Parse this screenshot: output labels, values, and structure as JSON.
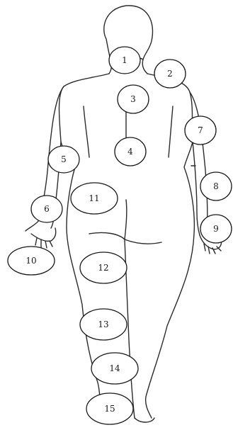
{
  "markers": [
    {
      "id": "1",
      "label": "1"
    },
    {
      "id": "2",
      "label": "2"
    },
    {
      "id": "3",
      "label": "3"
    },
    {
      "id": "4",
      "label": "4"
    },
    {
      "id": "5",
      "label": "5"
    },
    {
      "id": "6",
      "label": "6"
    },
    {
      "id": "7",
      "label": "7"
    },
    {
      "id": "8",
      "label": "8"
    },
    {
      "id": "9",
      "label": "9"
    },
    {
      "id": "10",
      "label": "10"
    },
    {
      "id": "11",
      "label": "11"
    },
    {
      "id": "12",
      "label": "12"
    },
    {
      "id": "13",
      "label": "13"
    },
    {
      "id": "14",
      "label": "14"
    },
    {
      "id": "15",
      "label": "15"
    }
  ]
}
